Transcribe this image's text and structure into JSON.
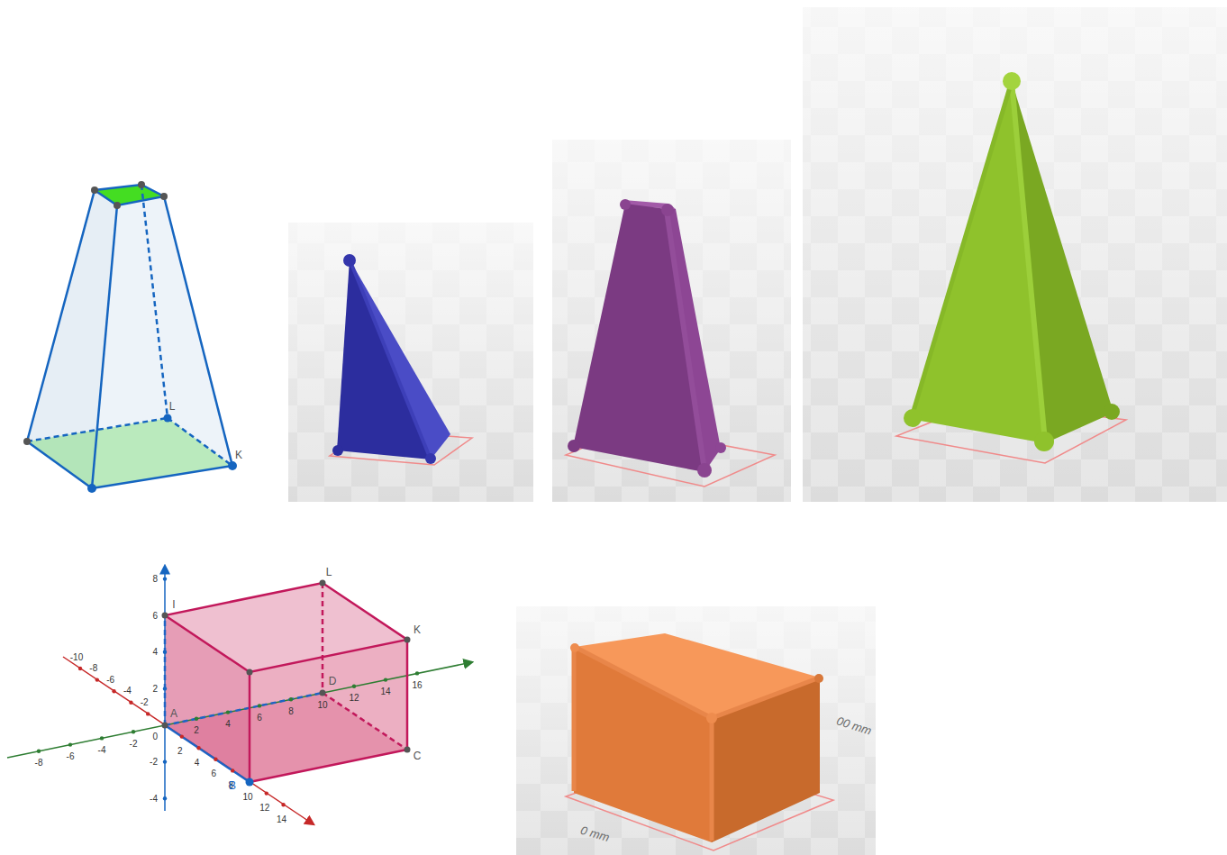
{
  "diagram": {
    "labels": [
      "L",
      "K",
      "8",
      "6",
      "4",
      "2",
      "0",
      "-2",
      "-4",
      "-10",
      "-8",
      "-6",
      "-4",
      "-2",
      "2",
      "4",
      "6",
      "8",
      "10",
      "12",
      "14",
      "-8",
      "-6",
      "-4",
      "-2",
      "2",
      "4",
      "6",
      "8",
      "10",
      "12",
      "14",
      "16",
      "I",
      "L",
      "K",
      "A",
      "B",
      "C",
      "D",
      "00 mm",
      "0 mm"
    ]
  }
}
